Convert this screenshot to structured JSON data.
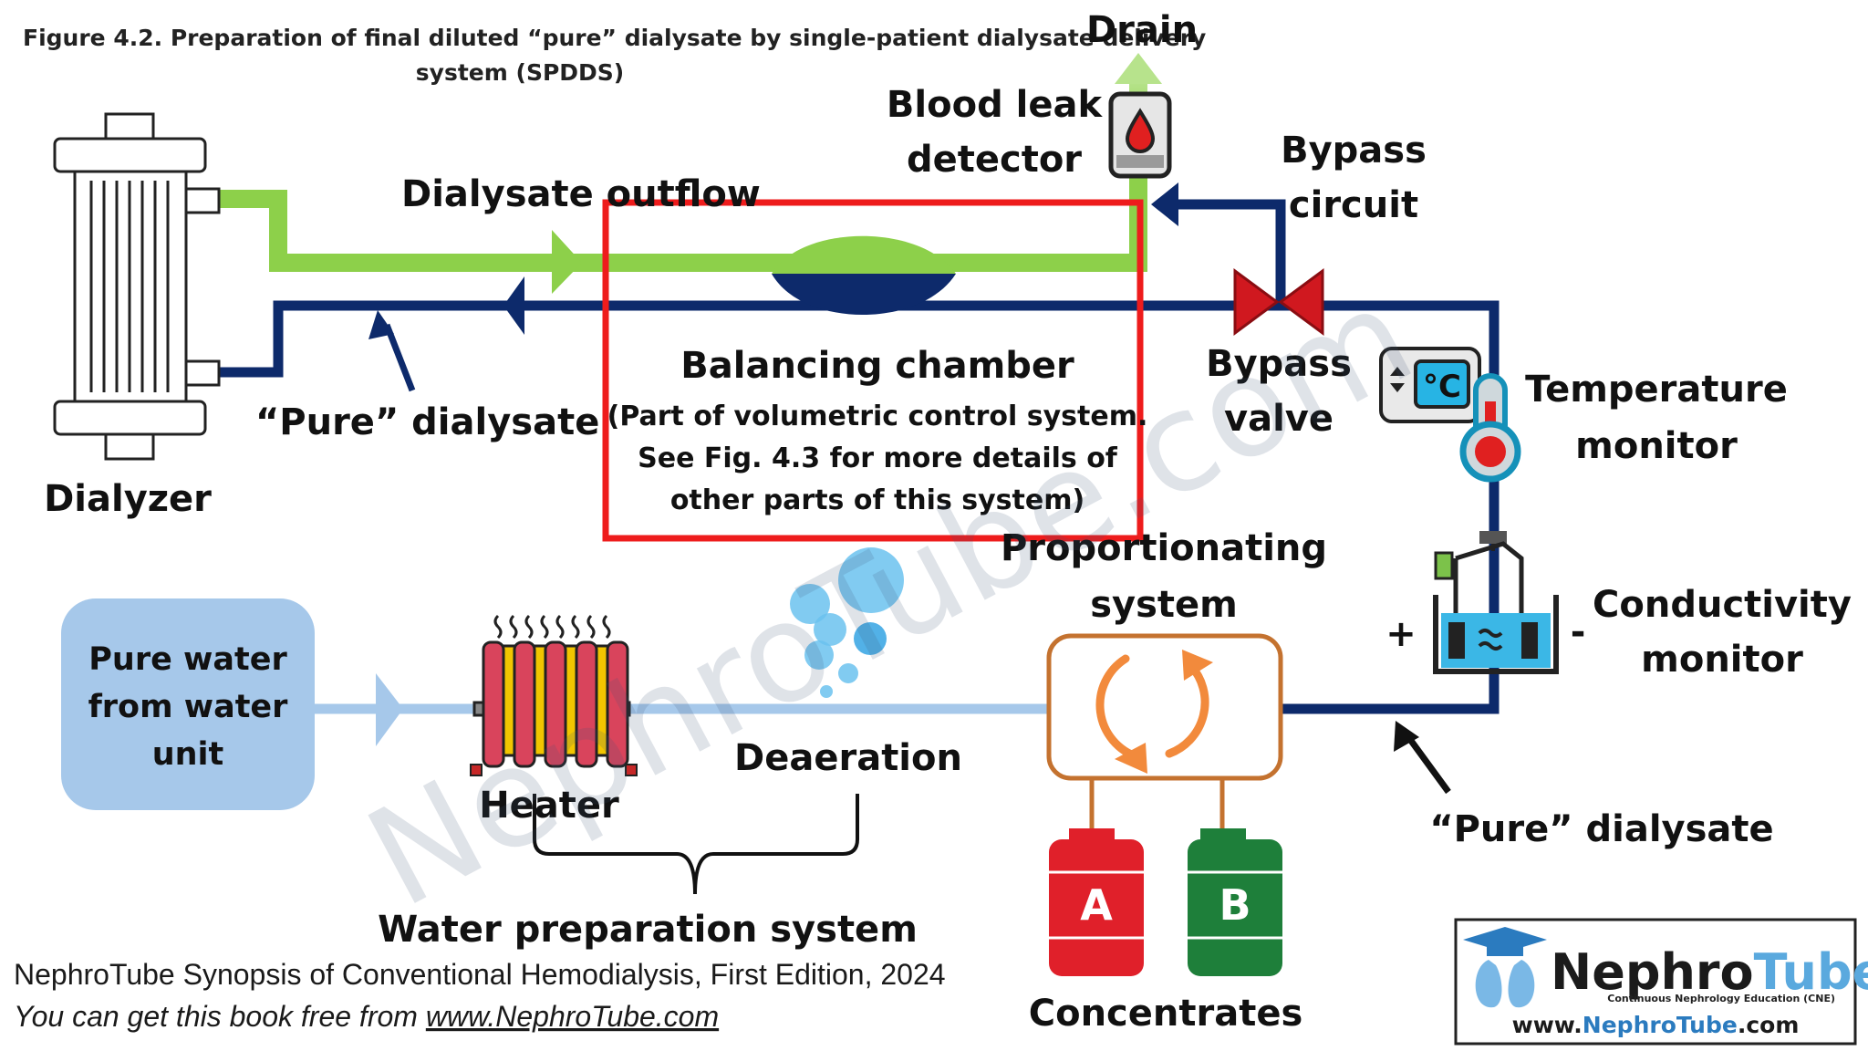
{
  "figure": {
    "caption_line1": "Figure 4.2. Preparation of final diluted “pure” dialysate by single-patient dialysate delivery",
    "caption_line2": "system (SPDDS)"
  },
  "labels": {
    "drain": "Drain",
    "blood_leak_1": "Blood leak",
    "blood_leak_2": "detector",
    "bypass_circuit_1": "Bypass",
    "bypass_circuit_2": "circuit",
    "dialysate_outflow": "Dialysate outflow",
    "balancing_title": "Balancing chamber",
    "balancing_note_1": "(Part of volumetric control system.",
    "balancing_note_2": "See Fig. 4.3 for more details of",
    "balancing_note_3": "other parts of this system)",
    "bypass_valve_1": "Bypass",
    "bypass_valve_2": "valve",
    "temperature_1": "Temperature",
    "temperature_2": "monitor",
    "pure_dialysate": "“Pure” dialysate",
    "dialyzer": "Dialyzer",
    "proportioning_1": "Proportionating",
    "proportioning_2": "system",
    "conductivity_1": "Conductivity",
    "conductivity_2": "monitor",
    "plus": "+",
    "minus": "-",
    "pure_water_1": "Pure water",
    "pure_water_2": "from water",
    "pure_water_3": "unit",
    "heater": "Heater",
    "deaeration": "Deaeration",
    "pure_dialysate_2": "“Pure” dialysate",
    "water_prep": "Water preparation system",
    "concentrate_a": "A",
    "concentrate_b": "B",
    "concentrates": "Concentrates",
    "thermo_display": "°C"
  },
  "footer": {
    "line1": "NephroTube Synopsis of Conventional Hemodialysis, First Edition, 2024",
    "line2_prefix": "You can get this book free from ",
    "line2_link": "www.NephroTube.com"
  },
  "logo": {
    "brand_a": "Nephro",
    "brand_b": "Tube",
    "tagline": "Continuous Nephrology Education (CNE)",
    "url_a": "www.",
    "url_b": "Nephro",
    "url_c": "Tube",
    "url_d": ".com"
  },
  "watermark": "NephroTube.com",
  "colors": {
    "outflow_green": "#8dd04a",
    "dialysate_navy": "#0d2a6b",
    "water_blue": "#a6c8ea",
    "highlight_red": "#ee1c1c",
    "valve_red": "#d0181f",
    "concentrate_a": "#e0202a",
    "concentrate_b": "#1e7f3a",
    "proportioning_border": "#c4722f",
    "cycle_orange": "#f28a3c"
  }
}
